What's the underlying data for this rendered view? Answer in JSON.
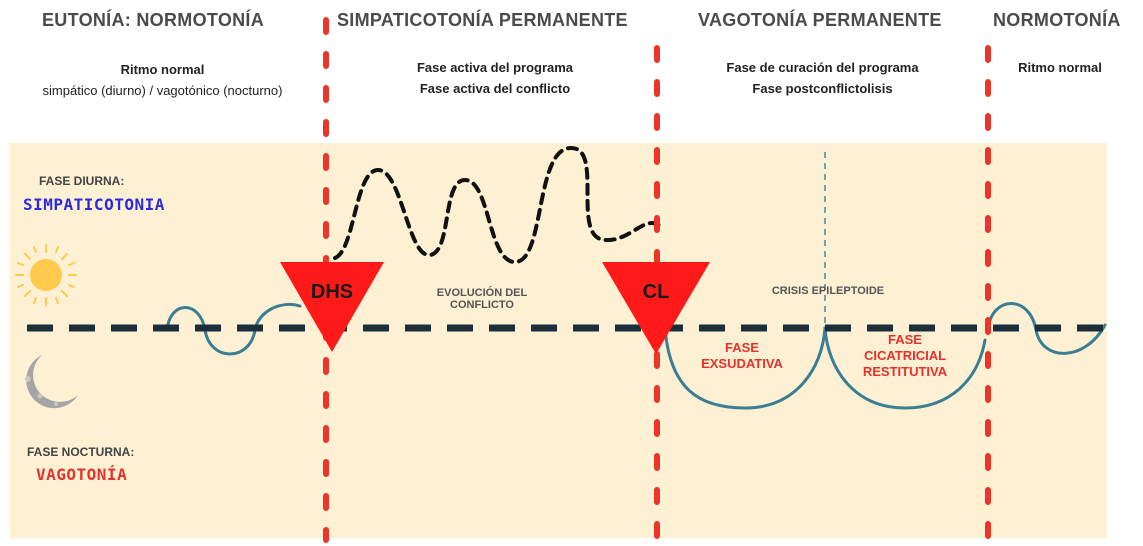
{
  "headers": {
    "eutonia": "EUTONÍA: NORMOTONÍA",
    "simpaticotonia": "SIMPATICOTONÍA PERMANENTE",
    "vagotonia": "VAGOTONÍA PERMANENTE",
    "normotonia": "NORMOTONÍA"
  },
  "descriptions": {
    "eutonia_line1": "Ritmo normal",
    "eutonia_line2": "simpático (diurno) / vagotónico (nocturno)",
    "simpatico_line1": "Fase activa del programa",
    "simpatico_line2": "Fase activa del conflicto",
    "vagotonia_line1": "Fase de curación del programa",
    "vagotonia_line2": "Fase postconflictolisis",
    "normotonia_line1": "Ritmo normal"
  },
  "day_phase": {
    "title": "FASE DIURNA:",
    "value": "SIMPATICOTONIA",
    "color": "#2a2ae0"
  },
  "night_phase": {
    "title": "FASE NOCTURNA:",
    "value": "VAGOTONÍA",
    "color": "#e5322d"
  },
  "markers": {
    "dhs": "DHS",
    "cl": "CL",
    "color": "#ff1a1a"
  },
  "labels": {
    "evolucion_1": "EVOLUCIÓN DEL",
    "evolucion_2": "CONFLICTO",
    "crisis": "CRISIS EPILEPTOIDE",
    "exudativa_1": "FASE",
    "exudativa_2": "EXSUDATIVA",
    "cicatricial_1": "FASE",
    "cicatricial_2": "CICATRICIAL",
    "cicatricial_3": "RESTITUTIVA"
  },
  "colors": {
    "panel": "#fdf0d3",
    "curve": "#3a7e94",
    "label_red": "#e5322d",
    "label_gray": "#555555"
  }
}
